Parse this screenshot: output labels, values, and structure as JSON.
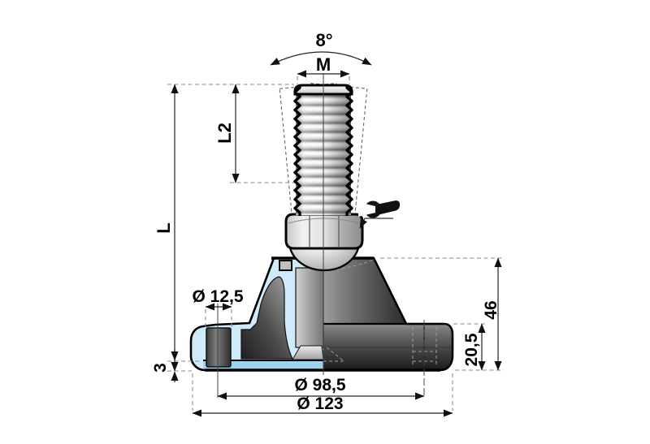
{
  "drawing": {
    "kind": "technical-section-drawing",
    "dimensions": {
      "tilt_angle": "8°",
      "thread": "M",
      "thread_length": "L2",
      "total_length": "L",
      "side_hole_diameter": "Ø 12,5",
      "pad_thickness": "3",
      "hole_circle_diameter": "Ø 98,5",
      "base_diameter": "Ø 123",
      "body_height": "46",
      "base_height": "20,5"
    },
    "icons": {
      "wrench": "wrench-icon"
    },
    "colors": {
      "section_blue": "#cfeaf8",
      "pad_blue": "#9ed3ef",
      "body_dark": "#2e2e2e",
      "body_light": "#9a9a9a",
      "outline": "#000000",
      "dim_line": "#222222",
      "extension_gray": "#8a8a8a",
      "background": "#ffffff"
    }
  }
}
